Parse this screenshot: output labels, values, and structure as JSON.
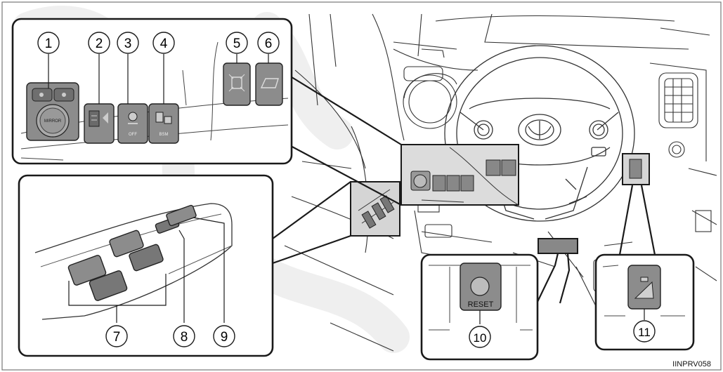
{
  "callouts": [
    {
      "id": 1,
      "label": "1"
    },
    {
      "id": 2,
      "label": "2"
    },
    {
      "id": 3,
      "label": "3"
    },
    {
      "id": 4,
      "label": "4"
    },
    {
      "id": 5,
      "label": "5"
    },
    {
      "id": 6,
      "label": "6"
    },
    {
      "id": 7,
      "label": "7"
    },
    {
      "id": 8,
      "label": "8"
    },
    {
      "id": 9,
      "label": "9"
    },
    {
      "id": 10,
      "label": "10"
    },
    {
      "id": 11,
      "label": "11"
    }
  ],
  "switch_text": {
    "mirror": "MIRROR",
    "off": "OFF",
    "bsm": "BSM",
    "reset": "RESET"
  },
  "figure_code": "IINPRV058",
  "colors": {
    "border": "#1a1a1a",
    "switch_fill": "#8c8c8c",
    "switch_dark": "#555555",
    "background": "#ffffff",
    "watermark": "#ededed"
  }
}
